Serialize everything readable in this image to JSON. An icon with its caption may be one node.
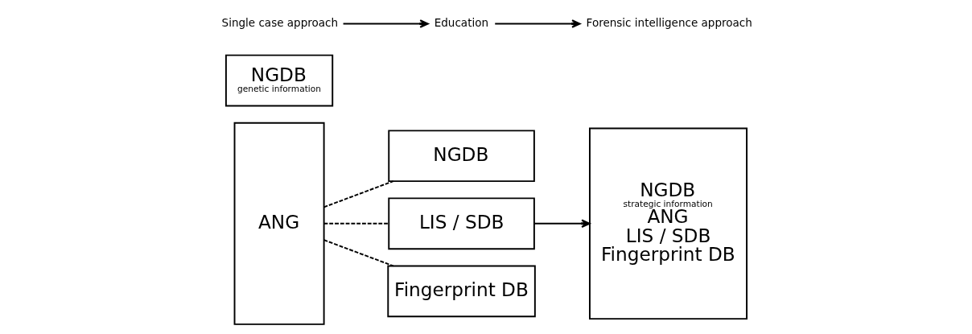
{
  "diagram": {
    "nodes": [
      {
        "text": [
          "ANG"
        ]
      },
      {
        "text": [
          "NGDB"
        ]
      },
      {
        "text": [
          "LIS / SDB"
        ]
      },
      {
        "text": [
          "Fingerprint DB"
        ]
      },
      {
        "text": [
          "NGDB",
          "strategic information",
          "ANG",
          "LIS / SDB",
          "Fingerprint DB"
        ]
      },
      {
        "text": [
          "NGDB",
          "genetic information"
        ]
      },
      {
        "text": [
          "Single case approach"
        ]
      },
      {
        "text": [
          "Education"
        ]
      },
      {
        "text": [
          "Forensic intelligence approach"
        ]
      }
    ],
    "edges": [
      {
        "from": 0,
        "to": 1,
        "arrow": "none",
        "style": "dashed"
      },
      {
        "from": 0,
        "to": 2,
        "arrow": "none",
        "style": "dashed"
      },
      {
        "from": 0,
        "to": 3,
        "arrow": "none",
        "style": "dashed"
      },
      {
        "from": 2,
        "to": 4,
        "arrow": "to"
      },
      {
        "from": 6,
        "to": 7,
        "arrow": "to"
      },
      {
        "from": 7,
        "to": 8,
        "arrow": "to"
      }
    ]
  }
}
